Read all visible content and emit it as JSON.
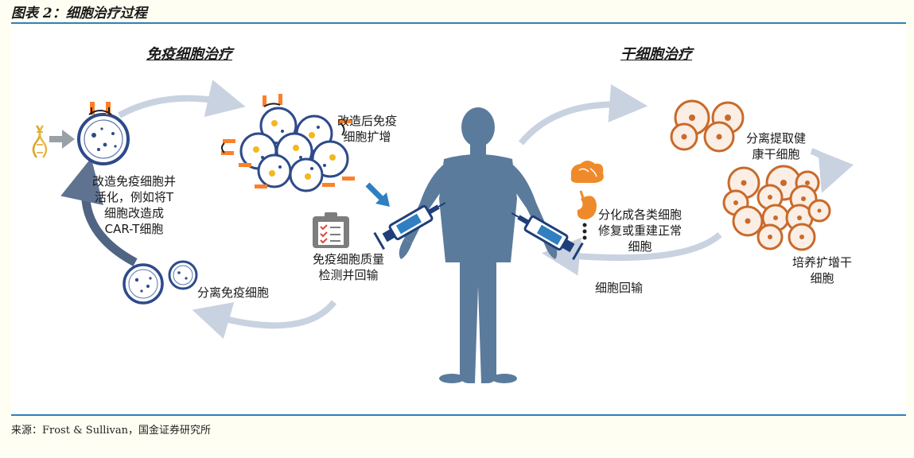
{
  "figure": {
    "title": "图表 2：细胞治疗过程",
    "source": "来源：Frost & Sullivan，国金证券研究所"
  },
  "immune": {
    "heading": "免疫细胞治疗",
    "step_modify": "改造免疫细胞并\n活化，例如将T\n细胞改造成\nCAR-T细胞",
    "step_expand": "改造后免疫\n细胞扩增",
    "step_qc": "免疫细胞质量\n检测并回输",
    "step_isolate": "分离免疫细胞"
  },
  "stem": {
    "heading": "干细胞治疗",
    "step_isolate": "分离提取健\n康干细胞",
    "step_culture": "培养扩增干\n细胞",
    "step_differentiate": "分化成各类细胞\n修复或重建正常\n细胞",
    "step_infuse": "细胞回输"
  },
  "colors": {
    "accent": "#2f7fc1",
    "human": "#5b7b9c",
    "cell_blue": "#2e4a8a",
    "cell_orange": "#c96a2b",
    "arrow_gray": "#b9c4d6"
  }
}
